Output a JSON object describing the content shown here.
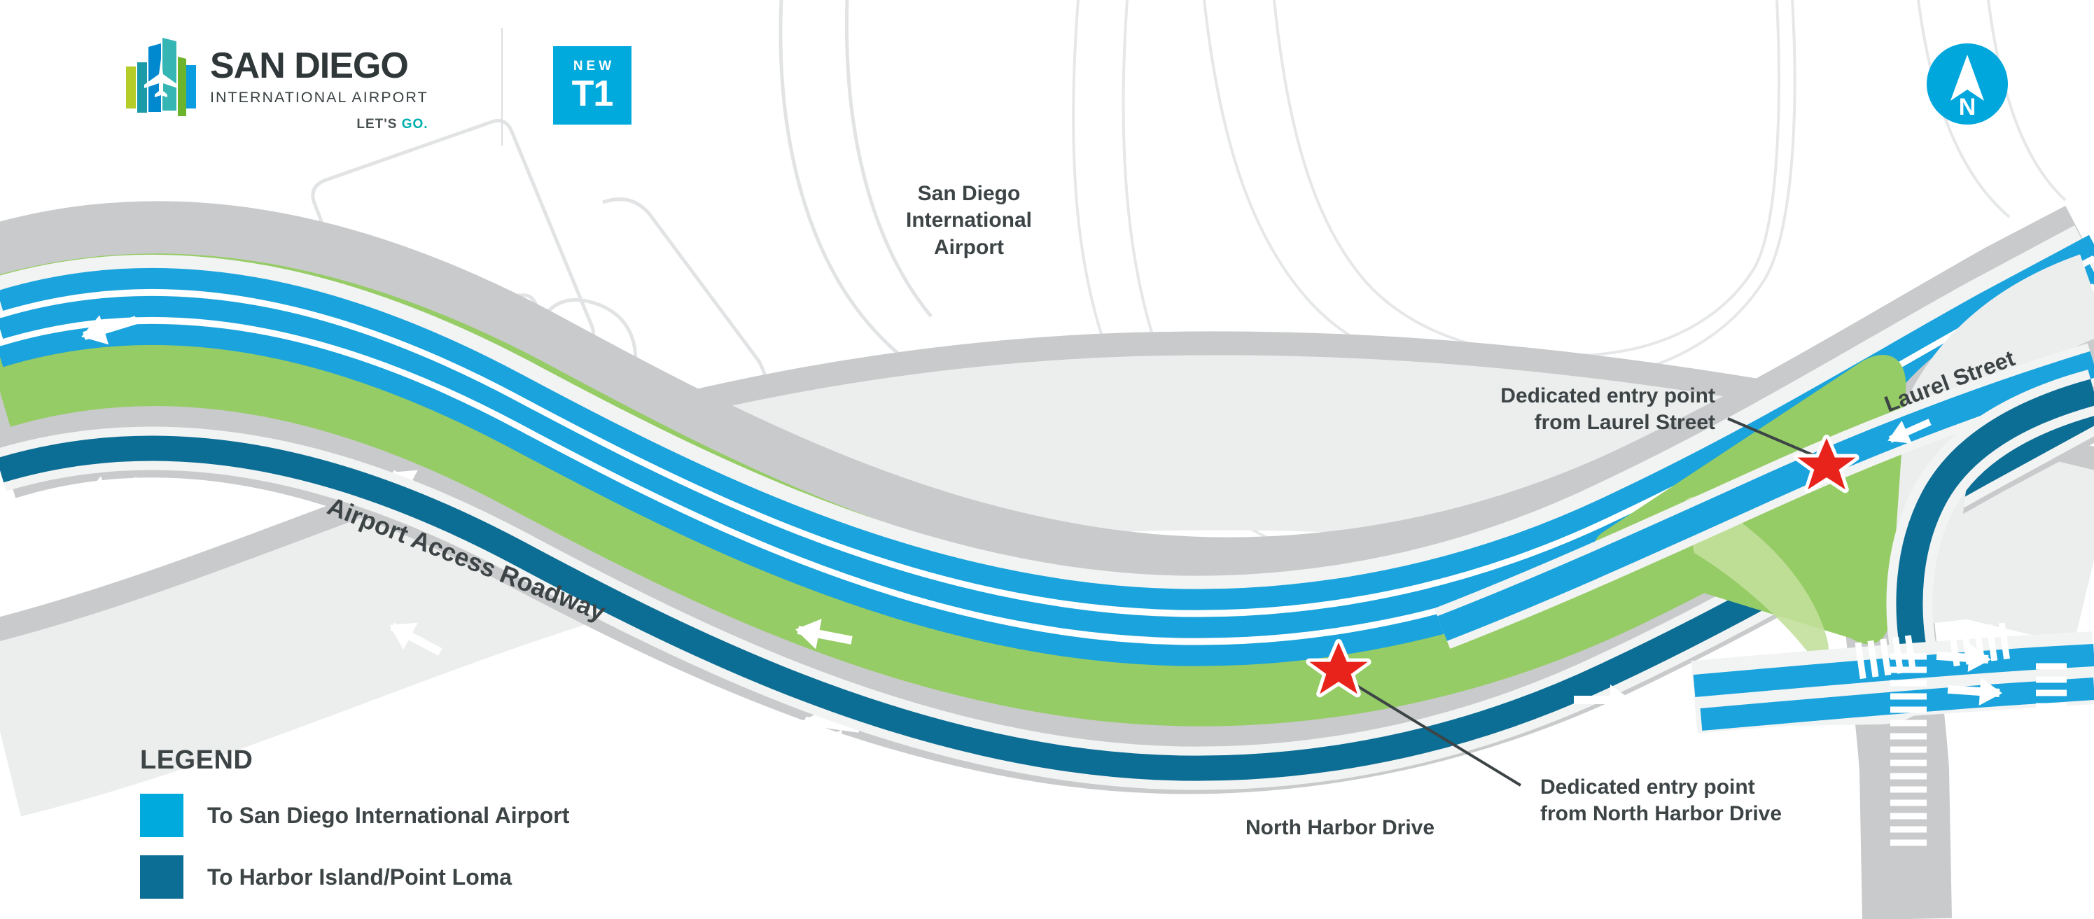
{
  "brand": {
    "logo_icon": "sdia-buildings-airplane-logo",
    "name_line1": "SAN DIEGO",
    "name_line2": "INTERNATIONAL AIRPORT",
    "tagline_prefix": "LET'S ",
    "tagline_accent": "GO.",
    "badge": {
      "eyebrow": "NEW",
      "label": "T1"
    }
  },
  "compass": {
    "icon": "north-arrow-icon",
    "label": "N"
  },
  "map": {
    "labels": {
      "airport": "San Diego\nInternational\nAirport",
      "airport_line1": "San Diego",
      "airport_line2": "International",
      "airport_line3": "Airport",
      "access_roadway": "Airport Access Roadway",
      "laurel_street": "Laurel Street",
      "north_harbor_drive": "North Harbor Drive"
    },
    "annotations": [
      {
        "id": "laurel-entry",
        "line1": "Dedicated entry point",
        "line2": "from Laurel Street",
        "marker": "red-star-marker"
      },
      {
        "id": "nhd-entry",
        "line1": "Dedicated entry point",
        "line2": "from North Harbor Drive",
        "marker": "red-star-marker"
      }
    ],
    "colors": {
      "airport_blue": "#00a7dd",
      "harbor_teal": "#0c6e94",
      "green": "#96cc66",
      "green_light": "#c2e09b",
      "pavement": "#c9cacb",
      "pavement_light": "#eceded",
      "outline": "#e3e4e5",
      "star_red": "#e8231c",
      "text": "#3d4446"
    }
  },
  "legend": {
    "title": "LEGEND",
    "items": [
      {
        "swatch_color": "#00aadc",
        "label": "To San Diego International Airport"
      },
      {
        "swatch_color": "#0c6e94",
        "label": "To Harbor Island/Point Loma"
      }
    ]
  }
}
